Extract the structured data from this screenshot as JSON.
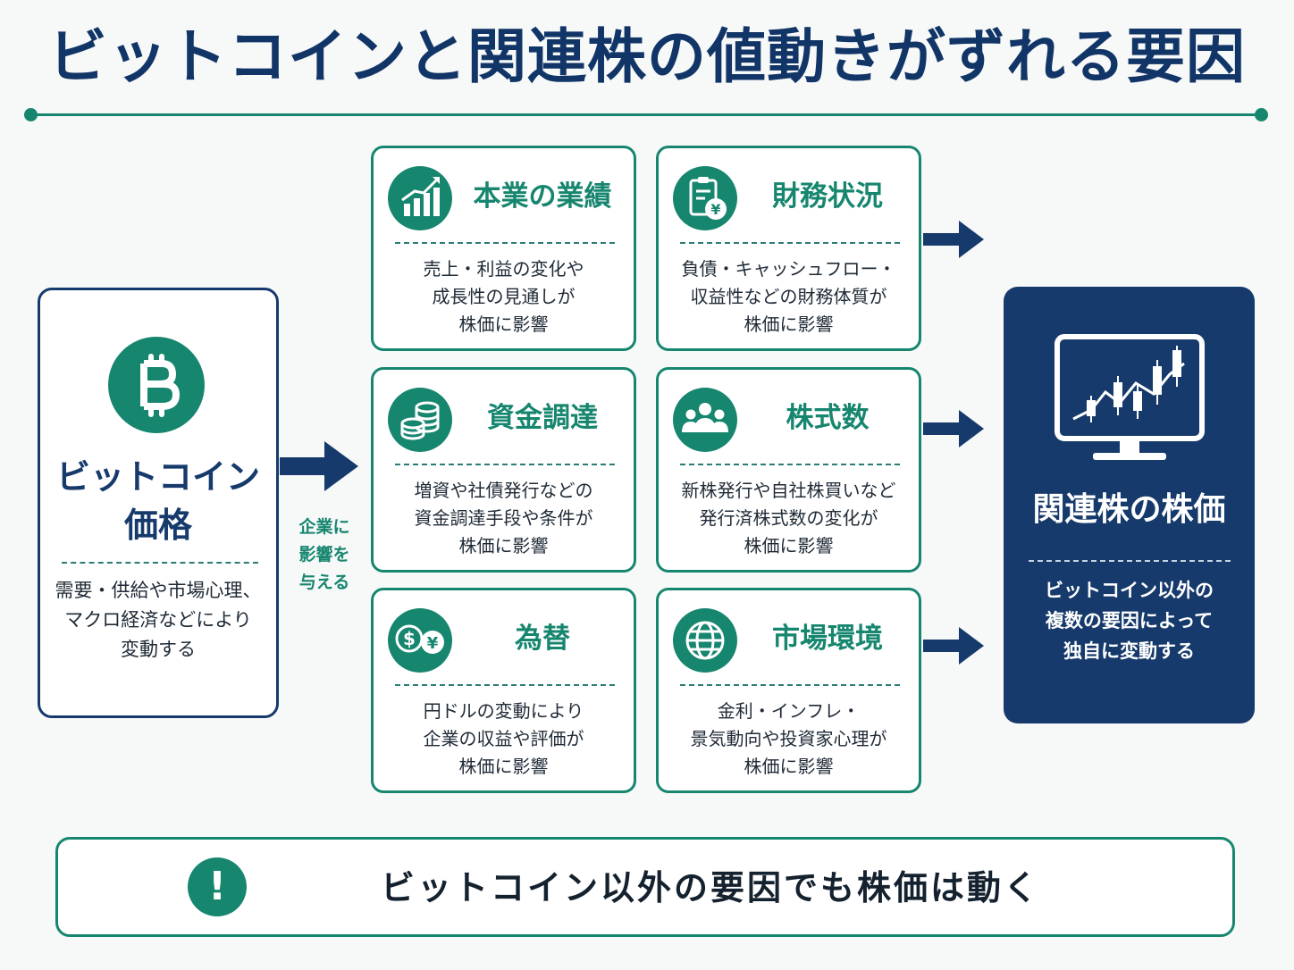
{
  "title": "ビットコインと関連株の値動きがずれる要因",
  "colors": {
    "navy": "#163a6b",
    "teal": "#17866f"
  },
  "bitcoin": {
    "icon": "bitcoin-icon",
    "title_line1": "ビットコイン",
    "title_line2": "価格",
    "desc_line1": "需要・供給や市場心理、",
    "desc_line2": "マクロ経済などにより",
    "desc_line3": "変動する"
  },
  "side_label": {
    "line1": "企業に",
    "line2": "影響を",
    "line3": "与える"
  },
  "factors": [
    {
      "icon": "growth-chart-icon",
      "title": "本業の業績",
      "desc_line1": "売上・利益の変化や",
      "desc_line2": "成長性の見通しが",
      "desc_line3": "株価に影響"
    },
    {
      "icon": "clipboard-yen-icon",
      "title": "財務状況",
      "desc_line1": "負債・キャッシュフロー・",
      "desc_line2": "収益性などの財務体質が",
      "desc_line3": "株価に影響"
    },
    {
      "icon": "coin-stack-icon",
      "title": "資金調達",
      "desc_line1": "増資や社債発行などの",
      "desc_line2": "資金調達手段や条件が",
      "desc_line3": "株価に影響"
    },
    {
      "icon": "people-icon",
      "title": "株式数",
      "desc_line1": "新株発行や自社株買いなど",
      "desc_line2": "発行済株式数の変化が",
      "desc_line3": "株価に影響"
    },
    {
      "icon": "dollar-yen-icon",
      "title": "為替",
      "desc_line1": "円ドルの変動により",
      "desc_line2": "企業の収益や評価が",
      "desc_line3": "株価に影響"
    },
    {
      "icon": "globe-icon",
      "title": "市場環境",
      "desc_line1": "金利・インフレ・",
      "desc_line2": "景気動向や投資家心理が",
      "desc_line3": "株価に影響"
    }
  ],
  "stock": {
    "icon": "monitor-chart-icon",
    "title": "関連株の株価",
    "desc_line1": "ビットコイン以外の",
    "desc_line2": "複数の要因によって",
    "desc_line3": "独自に変動する"
  },
  "note": {
    "icon": "exclamation-icon",
    "text": "ビットコイン以外の要因でも株価は動く"
  }
}
